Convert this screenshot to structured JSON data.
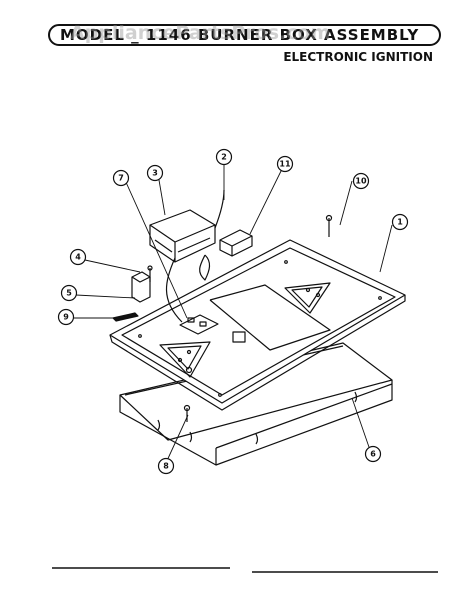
{
  "header": {
    "title": "MODEL  _ 1146   BURNER BOX ASSEMBLY",
    "watermark": "AppliancePartsPros.com",
    "subtitle": "ELECTRONIC IGNITION"
  },
  "callouts": [
    {
      "number": "1"
    },
    {
      "number": "2"
    },
    {
      "number": "3"
    },
    {
      "number": "4"
    },
    {
      "number": "5"
    },
    {
      "number": "6"
    },
    {
      "number": "7"
    },
    {
      "number": "8"
    },
    {
      "number": "9"
    },
    {
      "number": "10"
    },
    {
      "number": "11"
    }
  ]
}
